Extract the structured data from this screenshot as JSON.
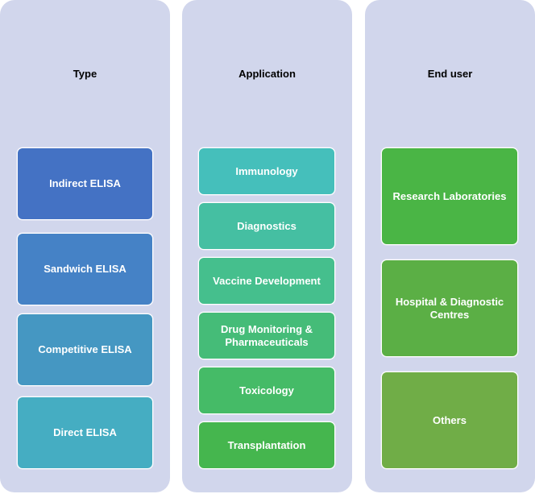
{
  "columns": [
    {
      "title": "Type",
      "items": [
        {
          "label": "Indirect ELISA",
          "color": "#4472c4"
        },
        {
          "label": "Sandwich ELISA",
          "color": "#4582c6"
        },
        {
          "label": "Competitive ELISA",
          "color": "#4597c2"
        },
        {
          "label": "Direct ELISA",
          "color": "#45adc2"
        }
      ]
    },
    {
      "title": "Application",
      "items": [
        {
          "label": "Immunology",
          "color": "#45bfbb"
        },
        {
          "label": "Diagnostics",
          "color": "#45bfa2"
        },
        {
          "label": "Vaccine Development",
          "color": "#45bf8d"
        },
        {
          "label": "Drug Monitoring & Pharmaceuticals",
          "color": "#45bc78"
        },
        {
          "label": "Toxicology",
          "color": "#45bb67"
        },
        {
          "label": "Transplantation",
          "color": "#45b64e"
        }
      ]
    },
    {
      "title": "End user",
      "items": [
        {
          "label": "Research Laboratories",
          "color": "#4ab545"
        },
        {
          "label": "Hospital & Diagnostic Centres",
          "color": "#5baf45"
        },
        {
          "label": "Others",
          "color": "#70ad47"
        }
      ]
    }
  ]
}
